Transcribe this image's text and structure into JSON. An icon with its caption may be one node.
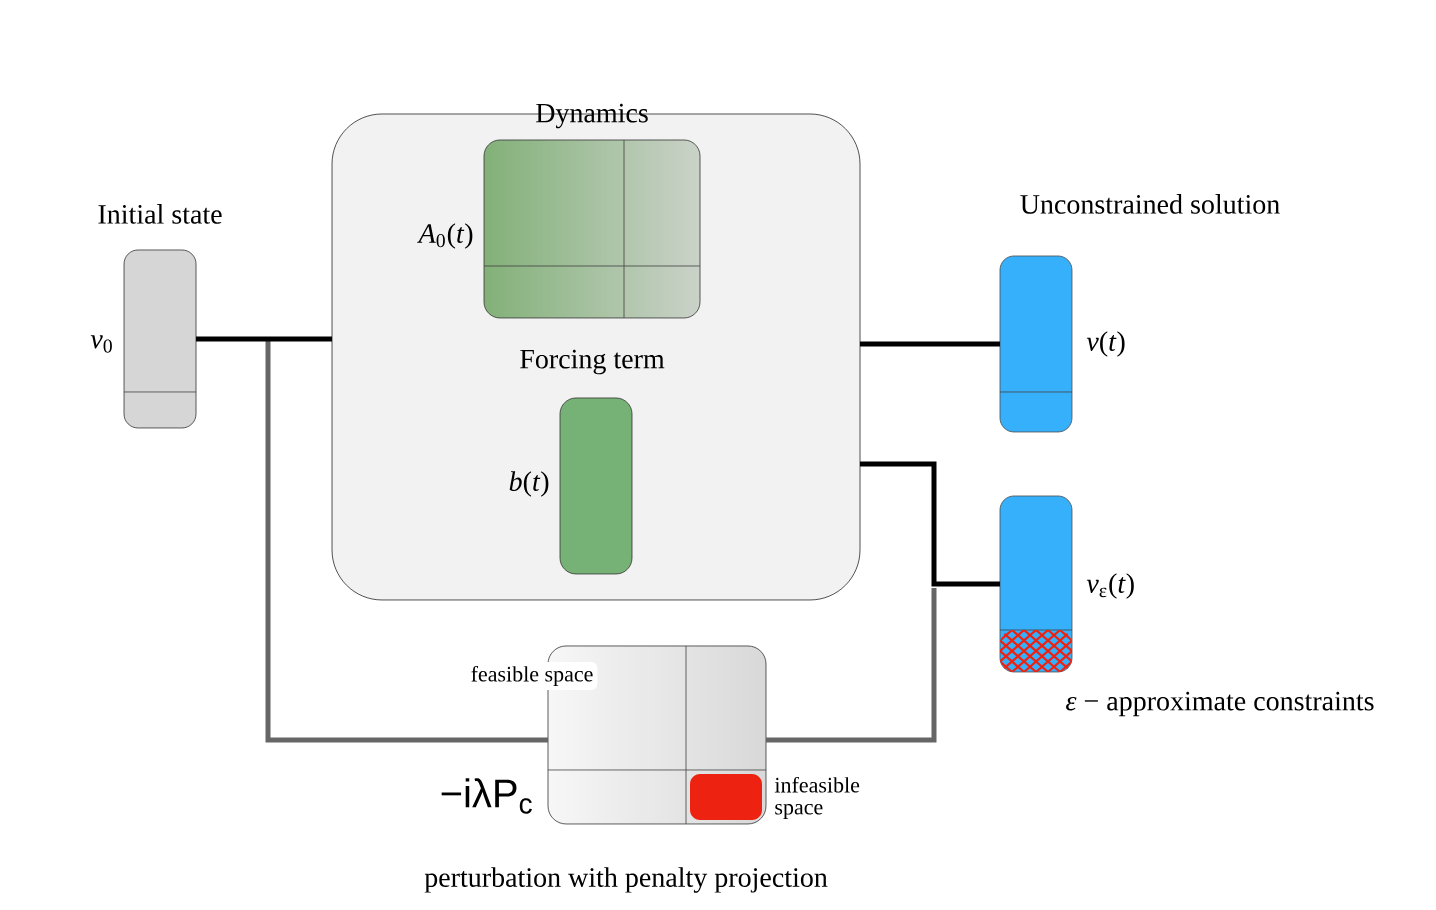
{
  "diagram": {
    "nodes": [
      {
        "text": [],
        "shape": "box"
      },
      {
        "text": [
          "Dynamics"
        ],
        "beside": [
          "*A*$_{0}$(*t*)"
        ],
        "in": 0
      },
      {
        "text": [
          "Forcing term"
        ],
        "beside": [
          "*b*(*t*)"
        ],
        "in": 0
      },
      {
        "text": [
          "Initial state"
        ],
        "beside": [
          "*v*$_{0}$"
        ]
      },
      {
        "text": [
          "Unconstrained solution"
        ],
        "beside": [
          "*v*(*t*)"
        ]
      },
      {
        "text": [
          "*ε* − approximate constraints"
        ],
        "beside": [
          "*v*$_{ε}$(*t*)"
        ]
      },
      {
        "text": [
          "perturbation with penalty projection"
        ],
        "beside": [
          "feasible space",
          "−iλP$_{c}$"
        ]
      },
      {
        "text": [
          "infeasible space"
        ],
        "in": 6
      }
    ],
    "edges": [
      {
        "from": 3,
        "to": 0,
        "arrow": "none"
      },
      {
        "from": 0,
        "to": 4,
        "arrow": "none"
      },
      {
        "from": 0,
        "to": 5,
        "arrow": "none"
      },
      {
        "from": 3,
        "to": 6,
        "arrow": "none",
        "color": "#666666"
      },
      {
        "from": 6,
        "to": 5,
        "arrow": "none",
        "color": "#666666"
      }
    ]
  }
}
